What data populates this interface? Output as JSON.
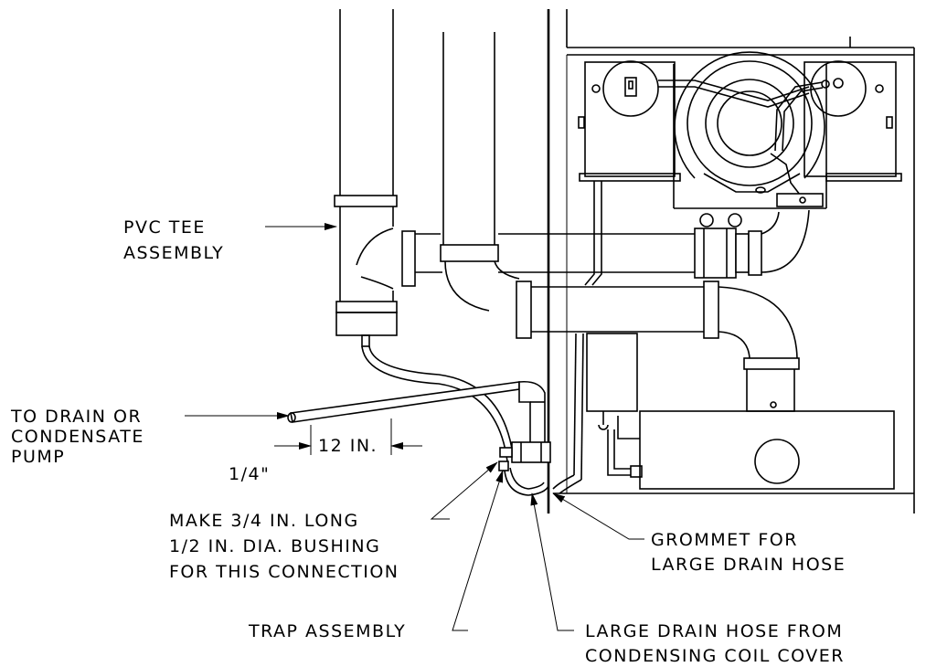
{
  "labels": {
    "pvc_tee": [
      "PVC TEE",
      "ASSEMBLY"
    ],
    "to_drain": [
      "TO DRAIN OR",
      "CONDENSATE",
      "PUMP"
    ],
    "dim_twelve": "12 IN.",
    "dim_quarter": "1/4\"",
    "bushing": [
      "MAKE 3/4 IN. LONG",
      "1/2 IN. DIA. BUSHING",
      "FOR THIS CONNECTION"
    ],
    "grommet": [
      "GROMMET FOR",
      "LARGE DRAIN HOSE"
    ],
    "trap": "TRAP ASSEMBLY",
    "large_hose": [
      "LARGE DRAIN HOSE FROM",
      "CONDENSING COIL COVER"
    ]
  }
}
